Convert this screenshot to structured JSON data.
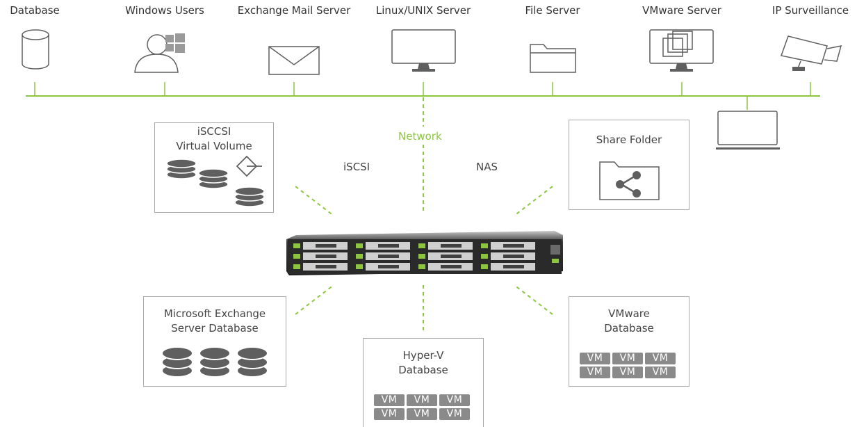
{
  "top_nodes": [
    {
      "label": "Database",
      "icon": "database-cylinder-icon"
    },
    {
      "label": "Windows Users",
      "icon": "windows-user-icon"
    },
    {
      "label": "Exchange Mail Server",
      "icon": "mail-envelope-icon"
    },
    {
      "label": "Linux/UNIX Server",
      "icon": "monitor-icon"
    },
    {
      "label": "File Server",
      "icon": "folder-icon"
    },
    {
      "label": "VMware Server",
      "icon": "vmware-monitor-icon"
    },
    {
      "label": "IP Surveillance",
      "icon": "surveillance-camera-icon"
    }
  ],
  "network": {
    "label": "Network",
    "color": "#8cc63f"
  },
  "protocols": {
    "left": "iSCSI",
    "right": "NAS"
  },
  "storage_device": {
    "icon": "rack-nas-server-icon"
  },
  "laptop": {
    "icon": "laptop-icon"
  },
  "boxes": {
    "iscsi_volume": {
      "title": "iSCCSI\nVirtual  Volume",
      "icon": "database-stack-icon"
    },
    "share_folder": {
      "title": "Share Folder",
      "icon": "shared-folder-icon"
    },
    "exchange_db": {
      "title": "Microsoft Exchange\nServer Database",
      "icon": "database-stack-icon"
    },
    "hyperv_db": {
      "title": "Hyper-V\nDatabase",
      "vm_chips": [
        "VM",
        "VM",
        "VM",
        "VM",
        "VM",
        "VM"
      ]
    },
    "vmware_db": {
      "title": "VMware\nDatabase",
      "vm_chips": [
        "VM",
        "VM",
        "VM",
        "VM",
        "VM",
        "VM"
      ]
    }
  },
  "colors": {
    "accent_green": "#8cc63f",
    "icon_gray": "#5f5f5f",
    "chip_gray": "#8a8a8a"
  }
}
